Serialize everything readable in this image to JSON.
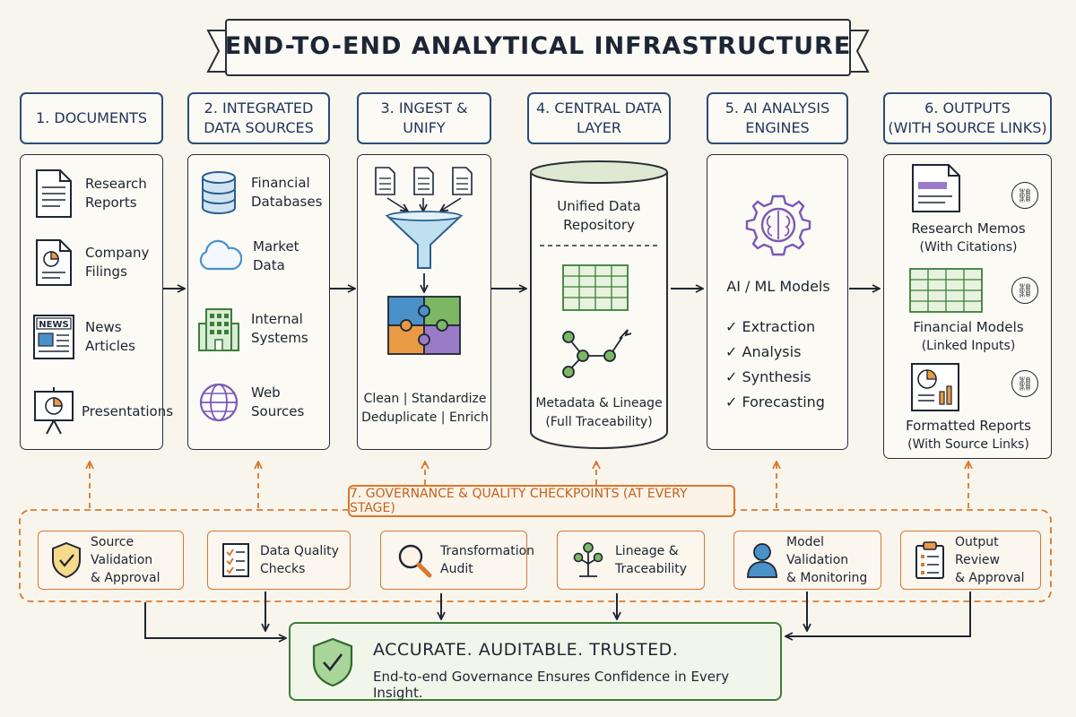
{
  "title": "END-TO-END ANALYTICAL INFRASTRUCTURE",
  "columns": [
    {
      "header_line1": "1. DOCUMENTS",
      "header_line2": ""
    },
    {
      "header_line1": "2. INTEGRATED",
      "header_line2": "DATA SOURCES"
    },
    {
      "header_line1": "3. INGEST &",
      "header_line2": "UNIFY"
    },
    {
      "header_line1": "4. CENTRAL DATA",
      "header_line2": "LAYER"
    },
    {
      "header_line1": "5. AI ANALYSIS",
      "header_line2": "ENGINES"
    },
    {
      "header_line1": "6. OUTPUTS",
      "header_line2": "(WITH SOURCE LINKS)"
    }
  ],
  "documents": [
    {
      "line1": "Research",
      "line2": "Reports",
      "icon": "document-icon"
    },
    {
      "line1": "Company",
      "line2": "Filings",
      "icon": "pie-report-icon"
    },
    {
      "line1": "News",
      "line2": "Articles",
      "icon": "newspaper-icon",
      "badge": "NEWS"
    },
    {
      "line1": "Presentations",
      "line2": "",
      "icon": "presentation-icon"
    }
  ],
  "data_sources": [
    {
      "line1": "Financial",
      "line2": "Databases",
      "icon": "database-icon"
    },
    {
      "line1": "Market",
      "line2": "Data",
      "icon": "cloud-icon"
    },
    {
      "line1": "Internal",
      "line2": "Systems",
      "icon": "building-icon"
    },
    {
      "line1": "Web",
      "line2": "Sources",
      "icon": "globe-icon"
    }
  ],
  "ingest": {
    "line1": "Clean | Standardize",
    "line2": "Deduplicate | Enrich"
  },
  "central": {
    "repo_line1": "Unified Data",
    "repo_line2": "Repository",
    "meta_line1": "Metadata & Lineage",
    "meta_line2": "(Full Traceability)"
  },
  "ai": {
    "models": "AI / ML Models",
    "checks": [
      "Extraction",
      "Analysis",
      "Synthesis",
      "Forecasting"
    ]
  },
  "outputs": [
    {
      "line1": "Research Memos",
      "line2": "(With Citations)",
      "icon": "memo-icon"
    },
    {
      "line1": "Financial Models",
      "line2": "(Linked Inputs)",
      "icon": "spreadsheet-icon"
    },
    {
      "line1": "Formatted Reports",
      "line2": "(With Source Links)",
      "icon": "report-chart-icon"
    }
  ],
  "governance": {
    "title": "7. GOVERNANCE & QUALITY CHECKPOINTS (AT EVERY STAGE)",
    "checkpoints": [
      {
        "line1": "Source Validation",
        "line2": "& Approval",
        "icon": "shield-check-icon"
      },
      {
        "line1": "Data Quality",
        "line2": "Checks",
        "icon": "checklist-icon"
      },
      {
        "line1": "Transformation",
        "line2": "Audit",
        "icon": "magnifier-icon"
      },
      {
        "line1": "Lineage &",
        "line2": "Traceability",
        "icon": "tree-icon"
      },
      {
        "line1": "Model Validation",
        "line2": "& Monitoring",
        "icon": "person-icon"
      },
      {
        "line1": "Output Review",
        "line2": "& Approval",
        "icon": "clipboard-icon"
      }
    ]
  },
  "result": {
    "headline": "ACCURATE. AUDITABLE. TRUSTED.",
    "subline": "End-to-end Governance Ensures Confidence in Every Insight."
  },
  "colors": {
    "navy": "#2d4a7c",
    "orange": "#d9782e",
    "green": "#3d7d3a",
    "purple": "#7b57b8",
    "teal": "#2f8f86",
    "blue": "#4a90c9"
  }
}
